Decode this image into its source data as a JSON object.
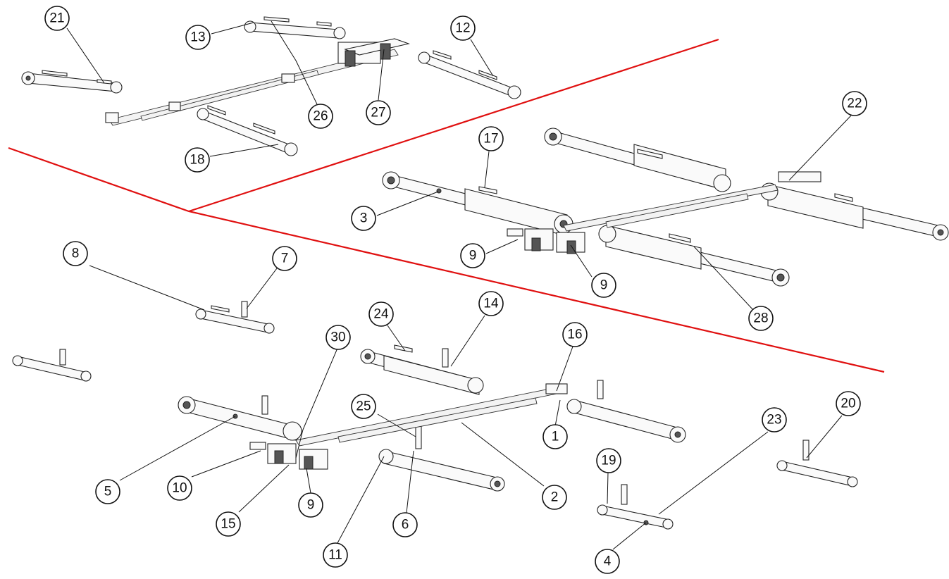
{
  "diagram": {
    "callouts": [
      {
        "label": "21"
      },
      {
        "label": "13"
      },
      {
        "label": "12"
      },
      {
        "label": "26"
      },
      {
        "label": "27"
      },
      {
        "label": "18"
      },
      {
        "label": "22"
      },
      {
        "label": "17"
      },
      {
        "label": "3"
      },
      {
        "label": "9"
      },
      {
        "label": "9"
      },
      {
        "label": "28"
      },
      {
        "label": "8"
      },
      {
        "label": "7"
      },
      {
        "label": "30"
      },
      {
        "label": "24"
      },
      {
        "label": "14"
      },
      {
        "label": "16"
      },
      {
        "label": "25"
      },
      {
        "label": "1"
      },
      {
        "label": "23"
      },
      {
        "label": "20"
      },
      {
        "label": "19"
      },
      {
        "label": "5"
      },
      {
        "label": "10"
      },
      {
        "label": "9"
      },
      {
        "label": "15"
      },
      {
        "label": "6"
      },
      {
        "label": "2"
      },
      {
        "label": "11"
      },
      {
        "label": "4"
      }
    ]
  }
}
